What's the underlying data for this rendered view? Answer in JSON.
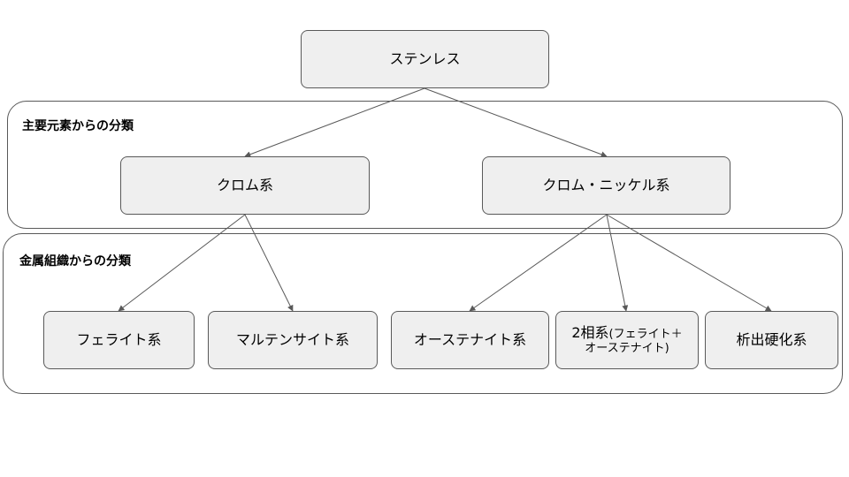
{
  "diagram": {
    "groups": {
      "main_elements": "主要元素からの分類",
      "metal_structure": "金属組織からの分類"
    },
    "nodes": {
      "root": "ステンレス",
      "chromium": "クロム系",
      "chromium_nickel": "クロム・ニッケル系",
      "ferrite": "フェライト系",
      "martensite": "マルテンサイト系",
      "austenite": "オーステナイト系",
      "duplex_line1_main": "2相系",
      "duplex_line1_small": "(フェライト＋",
      "duplex_line2": "オーステナイト)",
      "precipitation": "析出硬化系"
    },
    "edges": [
      {
        "from": "ステンレス",
        "to": "クロム系"
      },
      {
        "from": "ステンレス",
        "to": "クロム・ニッケル系"
      },
      {
        "from": "クロム系",
        "to": "フェライト系"
      },
      {
        "from": "クロム系",
        "to": "マルテンサイト系"
      },
      {
        "from": "クロム・ニッケル系",
        "to": "オーステナイト系"
      },
      {
        "from": "クロム・ニッケル系",
        "to": "2相系(フェライト＋オーステナイト)"
      },
      {
        "from": "クロム・ニッケル系",
        "to": "析出硬化系"
      }
    ],
    "colors": {
      "node_fill": "#efefef",
      "border": "#595959",
      "edge": "#595959"
    }
  }
}
